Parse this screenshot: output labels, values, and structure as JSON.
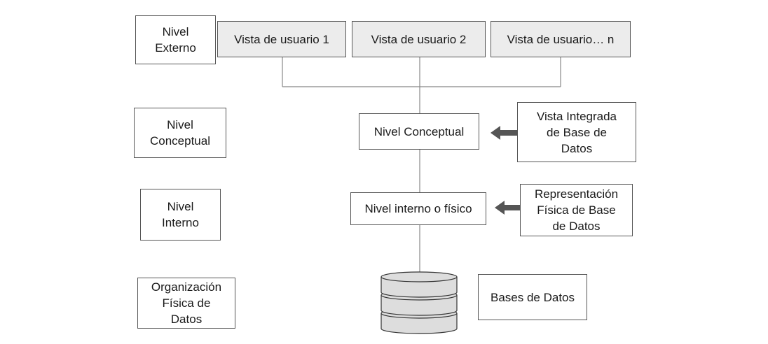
{
  "levels": {
    "externo": "Nivel\nExterno",
    "conceptual": "Nivel\nConceptual",
    "interno": "Nivel\nInterno",
    "fisica": "Organización\nFísica de\nDatos"
  },
  "views": [
    "Vista de usuario 1",
    "Vista de usuario 2",
    "Vista de usuario… n"
  ],
  "center": {
    "conceptual": "Nivel Conceptual",
    "interno": "Nivel interno o físico"
  },
  "side": {
    "integrada": "Vista Integrada\nde Base de\nDatos",
    "representacion": "Representación\nFísica de Base\nde Datos",
    "bases": "Bases de Datos"
  },
  "colors": {
    "view_fill": "#ececec",
    "line": "#888888",
    "arrow": "#555555",
    "cylinder_fill": "#dddddd"
  }
}
